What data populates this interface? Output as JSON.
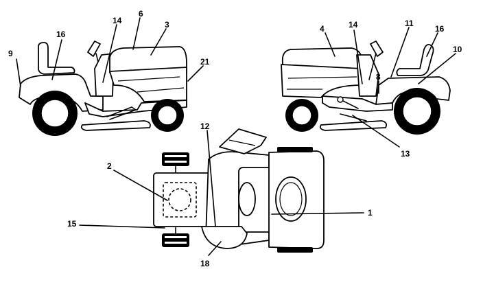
{
  "diagram": {
    "callouts": [
      {
        "id": "c9-left",
        "label": "9"
      },
      {
        "id": "c16-left",
        "label": "16"
      },
      {
        "id": "c14-left",
        "label": "14"
      },
      {
        "id": "c6",
        "label": "6"
      },
      {
        "id": "c3",
        "label": "3"
      },
      {
        "id": "c21",
        "label": "21"
      },
      {
        "id": "c4",
        "label": "4"
      },
      {
        "id": "c14-right",
        "label": "14"
      },
      {
        "id": "c11",
        "label": "11"
      },
      {
        "id": "c16-right",
        "label": "16"
      },
      {
        "id": "c10",
        "label": "10"
      },
      {
        "id": "c8",
        "label": "8"
      },
      {
        "id": "c13",
        "label": "13"
      },
      {
        "id": "c12",
        "label": "12"
      },
      {
        "id": "c2",
        "label": "2"
      },
      {
        "id": "c15",
        "label": "15"
      },
      {
        "id": "c1",
        "label": "1"
      },
      {
        "id": "c18",
        "label": "18"
      }
    ]
  }
}
